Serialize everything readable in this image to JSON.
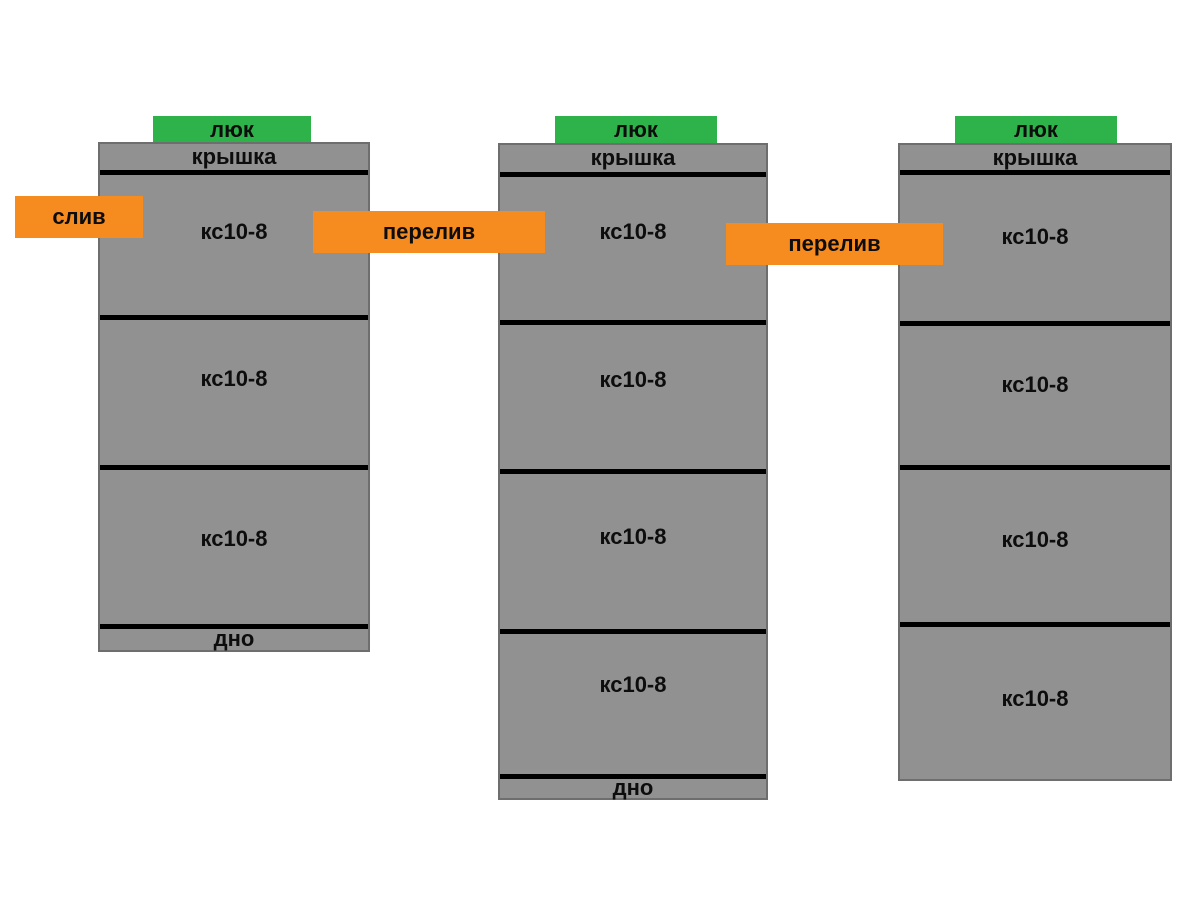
{
  "colors": {
    "background": "#ffffff",
    "ring_fill": "#919191",
    "ring_border": "#6e6e6e",
    "divider_line": "#000000",
    "hatch_green": "#2eb34a",
    "pipe_orange": "#f68b1f",
    "text": "#0d0d0d"
  },
  "wells": [
    {
      "hatch": "люк",
      "cover": "крышка",
      "rings": [
        "кс10-8",
        "кс10-8",
        "кс10-8"
      ],
      "bottom": "дно"
    },
    {
      "hatch": "люк",
      "cover": "крышка",
      "rings": [
        "кс10-8",
        "кс10-8",
        "кс10-8",
        "кс10-8"
      ],
      "bottom": "дно"
    },
    {
      "hatch": "люк",
      "cover": "крышка",
      "rings": [
        "кс10-8",
        "кс10-8",
        "кс10-8",
        "кс10-8"
      ]
    }
  ],
  "connectors": {
    "drain": "слив",
    "overflow_1": "перелив",
    "overflow_2": "перелив"
  }
}
